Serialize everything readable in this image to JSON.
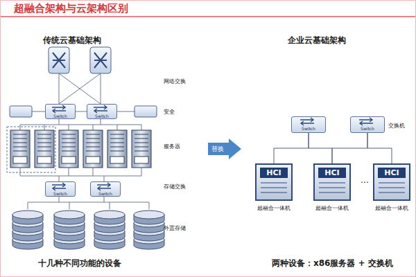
{
  "diagram": {
    "title": "超融合架构与云架构区别",
    "nodes": [
      {
        "text": [
          "Switch"
        ]
      },
      {
        "text": [
          "Switch"
        ]
      },
      {
        "text": [
          "Switch"
        ]
      },
      {
        "text": [
          "Switch"
        ]
      },
      {
        "text": [
          "Switch"
        ]
      },
      {
        "text": [
          "Switch"
        ]
      },
      {
        "text": [
          "HCI",
          "超融合一体机"
        ]
      },
      {
        "text": [
          "HCI",
          "超融合一体机"
        ]
      },
      {
        "text": [
          "HCI",
          "超融合一体机"
        ]
      }
    ],
    "edges": [
      {
        "from": 4,
        "to": 6,
        "arrow": "none"
      },
      {
        "from": 4,
        "to": 7,
        "arrow": "none"
      },
      {
        "from": 5,
        "to": 7,
        "arrow": "none"
      },
      {
        "from": 5,
        "to": 8,
        "arrow": "none"
      }
    ],
    "labels": [
      "传统云基础架构",
      "企业云基础架构",
      "网络交换",
      "安全",
      "服务器",
      "存储交换",
      "外置存储",
      "替换",
      "交换机",
      "…",
      "十几种不同功能的设备",
      "两种设备：x86服务器 + 交换机"
    ]
  }
}
